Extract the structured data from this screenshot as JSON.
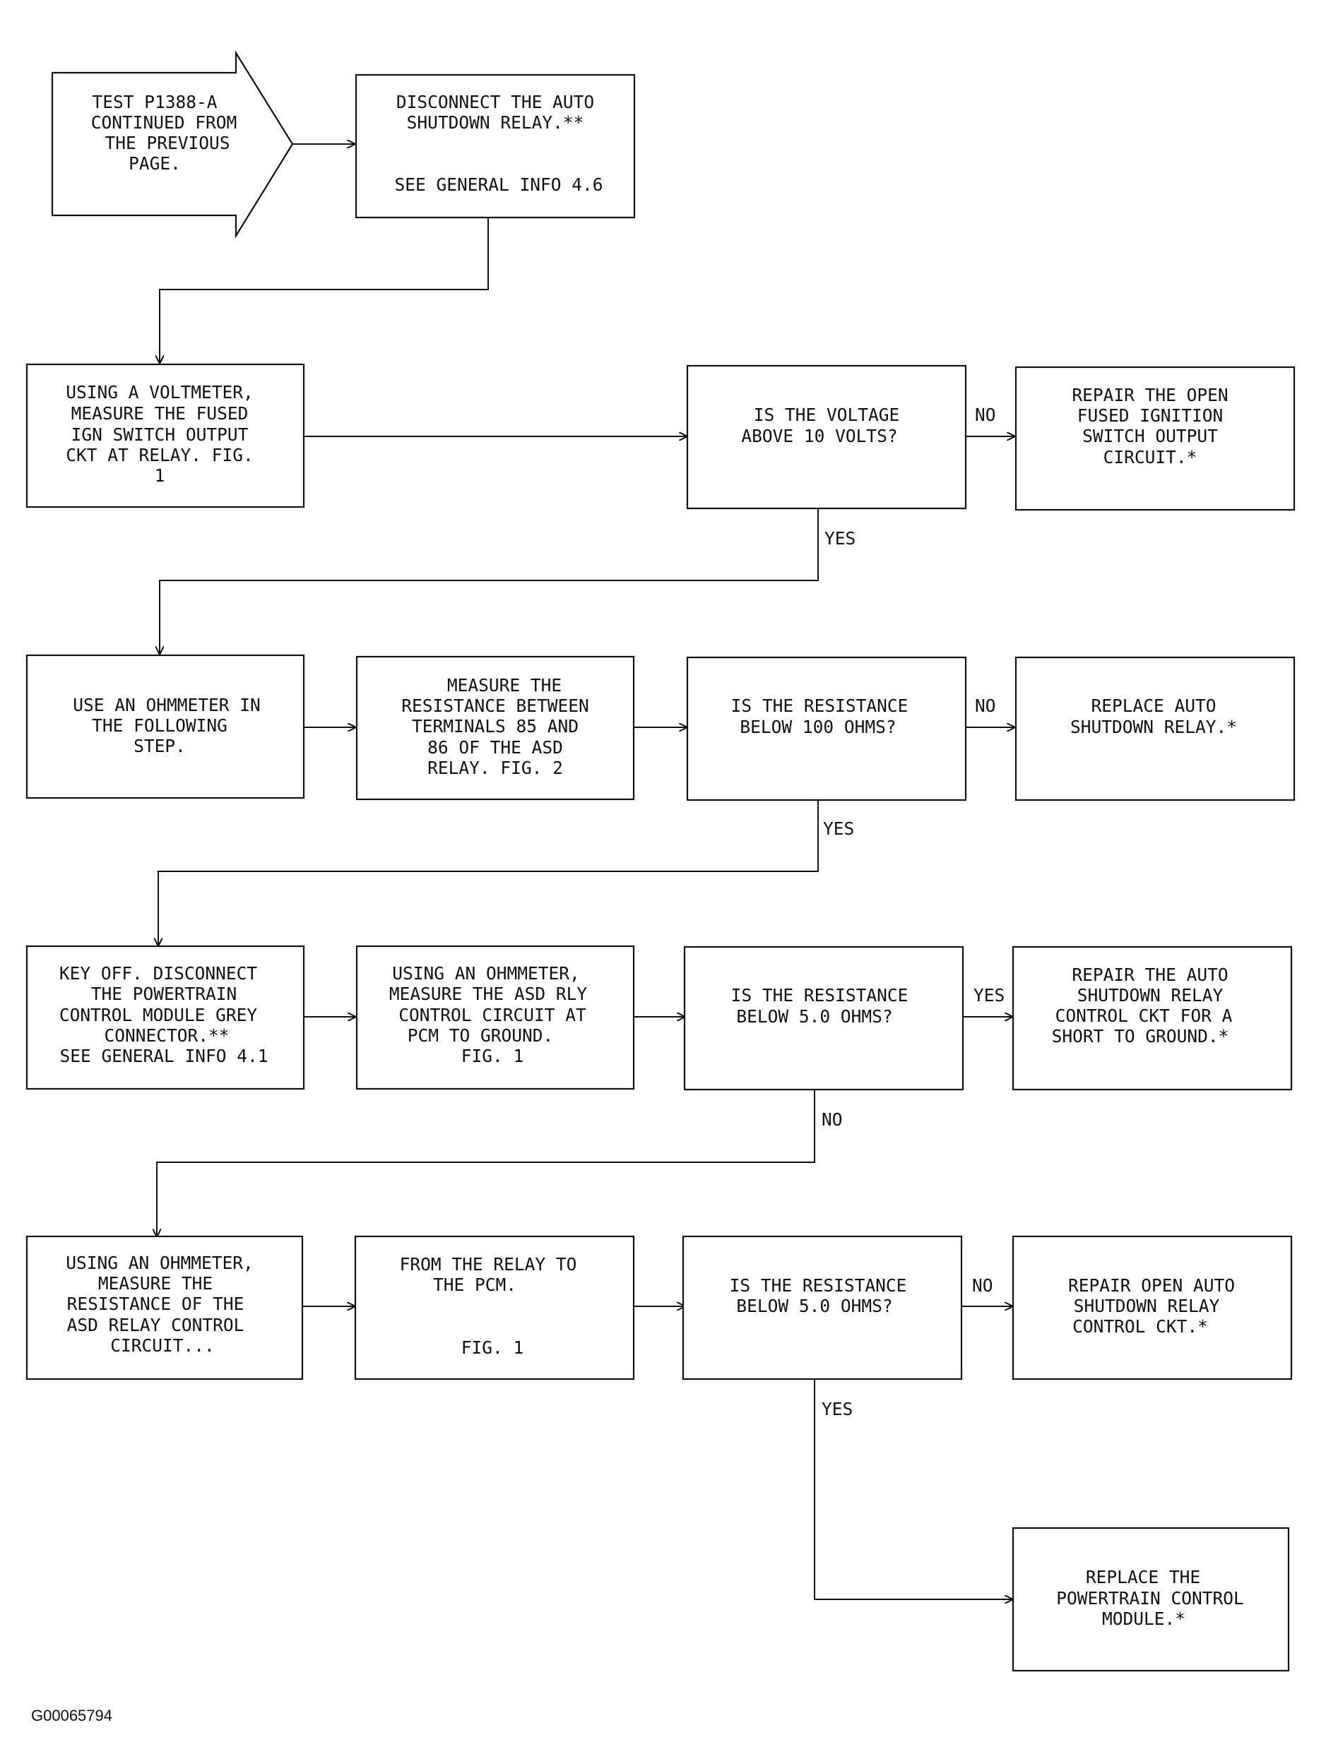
{
  "diagram": {
    "start": {
      "lines": [
        "TEST P1388-A",
        "CONTINUED FROM",
        "THE PREVIOUS",
        "PAGE."
      ]
    },
    "boxes": {
      "disconnect_relay": {
        "lines": [
          "DISCONNECT THE AUTO",
          "SHUTDOWN RELAY.**",
          "",
          "SEE GENERAL INFO 4.6"
        ]
      },
      "measure_ign": {
        "lines": [
          "USING A VOLTMETER,",
          "MEASURE THE FUSED",
          "IGN SWITCH OUTPUT",
          "CKT AT RELAY. FIG.",
          "1"
        ]
      },
      "q_voltage": {
        "lines": [
          "IS THE VOLTAGE",
          "ABOVE 10 VOLTS?"
        ]
      },
      "repair_ign": {
        "lines": [
          "REPAIR THE OPEN",
          "FUSED IGNITION",
          "SWITCH OUTPUT",
          "CIRCUIT.*"
        ]
      },
      "use_ohmmeter": {
        "lines": [
          "USE AN OHMMETER IN",
          "THE FOLLOWING",
          "STEP."
        ]
      },
      "measure_85_86": {
        "lines": [
          "MEASURE THE",
          "RESISTANCE BETWEEN",
          "TERMINALS 85 AND",
          "86 OF THE ASD",
          "RELAY. FIG. 2"
        ]
      },
      "q_res_100": {
        "lines": [
          "IS THE RESISTANCE",
          "BELOW 100 OHMS?"
        ]
      },
      "replace_relay": {
        "lines": [
          "REPLACE AUTO",
          "SHUTDOWN RELAY.*"
        ]
      },
      "key_off": {
        "lines": [
          "KEY OFF. DISCONNECT",
          "THE POWERTRAIN",
          "CONTROL MODULE GREY",
          "CONNECTOR.**",
          "SEE GENERAL INFO 4.1"
        ]
      },
      "measure_asd_ground": {
        "lines": [
          "USING AN OHMMETER,",
          "MEASURE THE ASD RLY",
          "CONTROL CIRCUIT AT",
          "PCM TO GROUND.",
          "FIG. 1"
        ]
      },
      "q_res_5_a": {
        "lines": [
          "IS THE RESISTANCE",
          "BELOW 5.0 OHMS?"
        ]
      },
      "repair_short": {
        "lines": [
          "REPAIR THE AUTO",
          "SHUTDOWN RELAY",
          "CONTROL CKT FOR A",
          "SHORT TO GROUND.*"
        ]
      },
      "measure_asd_res": {
        "lines": [
          "USING AN OHMMETER,",
          "MEASURE THE",
          "RESISTANCE OF THE",
          "ASD RELAY CONTROL",
          "CIRCUIT..."
        ]
      },
      "relay_to_pcm": {
        "lines": [
          "FROM THE RELAY TO",
          "THE PCM.",
          "",
          "FIG. 1"
        ]
      },
      "q_res_5_b": {
        "lines": [
          "IS THE RESISTANCE",
          "BELOW 5.0 OHMS?"
        ]
      },
      "repair_open": {
        "lines": [
          "REPAIR OPEN AUTO",
          "SHUTDOWN RELAY",
          "CONTROL CKT.*"
        ]
      },
      "replace_pcm": {
        "lines": [
          "REPLACE THE",
          "POWERTRAIN CONTROL",
          "MODULE.*"
        ]
      }
    },
    "labels": {
      "no1": "NO",
      "yes1": "YES",
      "no2": "NO",
      "yes2": "YES",
      "yes3": "YES",
      "no3": "NO",
      "no4": "NO",
      "yes4": "YES"
    },
    "figure_code": "G00065794"
  }
}
